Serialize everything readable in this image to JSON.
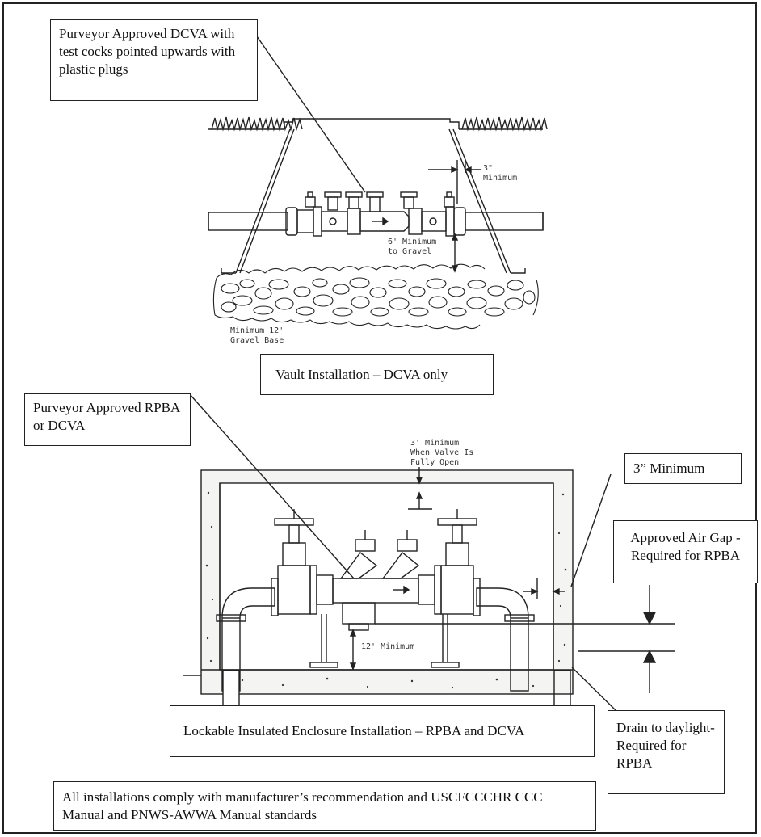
{
  "vault": {
    "callout_valve": "Purveyor Approved DCVA with test cocks pointed upwards with plastic plugs",
    "dim_top": "3\"\nMinimum",
    "dim_gravel": "6' Minimum\nto Gravel",
    "dim_base": "Minimum 12'\nGravel Base",
    "caption": "Vault Installation – DCVA only"
  },
  "enclosure": {
    "callout_valve": "Purveyor Approved RPBA or DCVA",
    "dim_top": "3' Minimum\nWhen Valve Is\nFully Open",
    "callout_side": "3” Minimum",
    "callout_airgap": "Approved Air Gap - Required for RPBA",
    "dim_floor": "12' Minimum",
    "callout_drain": "Drain to daylight- Required for RPBA",
    "caption": "Lockable Insulated Enclosure Installation – RPBA and DCVA"
  },
  "footer": {
    "note": "All installations comply with manufacturer’s recommendation and USCFCCCHR CCC Manual and PNWS-AWWA Manual standards"
  },
  "colors": {
    "line": "#222222",
    "concrete": "#f4f4f2"
  }
}
